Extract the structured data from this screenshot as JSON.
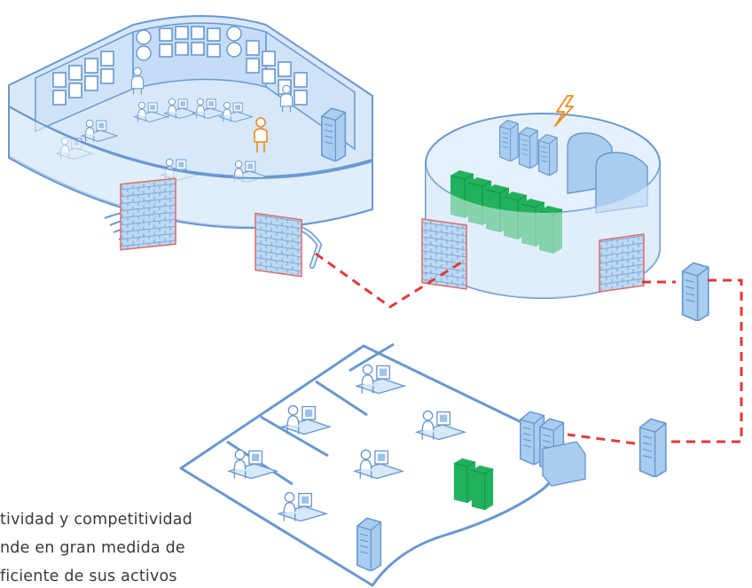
{
  "caption": {
    "lines": [
      "tividad y competitividad",
      "nde en gran medida de",
      "ficiente de sus activos"
    ]
  },
  "colors": {
    "line": "#6a98cf",
    "wall_fill": "#d6e8fa",
    "glass_fill": "#eaf3fc",
    "firewall": "#bcd8f2",
    "firewall_border": "#e06a6a",
    "link": "#e0393b",
    "server_green": "#1fae5a",
    "server_blue": "#a9cdef",
    "person_alert": "#ef8a1e",
    "lightning": "#ef8a1e"
  },
  "icons": [
    "control-room",
    "datacenter",
    "office-floor",
    "firewall",
    "server-tower",
    "server-rack",
    "clock",
    "lightning",
    "person",
    "workstation"
  ]
}
